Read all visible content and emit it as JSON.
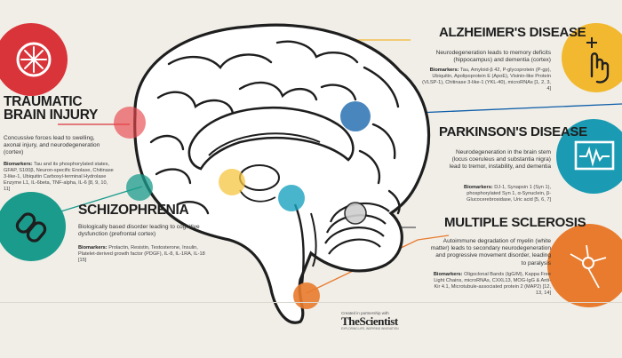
{
  "diseases": {
    "tbi": {
      "title_line1": "TRAUMATIC",
      "title_line2": "BRAIN INJURY",
      "description": "Concussive forces lead to swelling, axonal injury, and neurodegeneration (cortex)",
      "biomarkers_label": "Biomarkers:",
      "biomarkers": "Tau and its phosphorylated states, GFAP, S100β, Neuron-specific Enolase, Chitinase 3-like-1, Ubiquitin Carboxyl-terminal Hydrolase Enzyme L1, IL-6beta, TNF-alpha, IL-6 [8, 9, 10, 11]",
      "color": "#d9343a"
    },
    "alzheimers": {
      "title": "ALZHEIMER'S DISEASE",
      "description": "Neurodegeneration leads to memory deficits (hippocampus) and dementia (cortex)",
      "biomarkers_label": "Biomarkers:",
      "biomarkers": "Tau, Amyloid-β 42, P-glycoprotein (P-gp), Ubiquitin, Apolipoprotein E (ApoE), Visinin-like Protein (VLSP-1), Chitinase 3-like-1 (YKL-40), microRNAs [1, 2, 3, 4]",
      "color": "#f2b930"
    },
    "parkinsons": {
      "title": "PARKINSON'S DISEASE",
      "description": "Neurodegeneration in the brain stem (locus coeruleus and substantia nigra) lead to tremor, instability, and dementia",
      "biomarkers_label": "Biomarkers:",
      "biomarkers": "DJ-1, Synapsin 1 (Syn 1), phosphorylated Syn 1, α-Synuclein, β-Glucocerebrosidase, Uric acid [5, 6, 7]",
      "color": "#1a9bb3"
    },
    "schizophrenia": {
      "title": "SCHIZOPHRENIA",
      "description": "Biologically based disorder leading to cognitive dysfunction (prefrontal cortex)",
      "biomarkers_label": "Biomarkers:",
      "biomarkers": "Prolactin, Resistin, Testosterone, Insulin, Platelet-derived growth factor (PDGF), IL-8, IL-1RA, IL-18 [15]",
      "color": "#1a9b8c"
    },
    "ms": {
      "title": "MULTIPLE SCLEROSIS",
      "description": "Autoimmune degradation of myelin (white matter) leads to secondary neurodegeneration and progressive movement disorder, leading to paralysis",
      "biomarkers_label": "Biomarkers:",
      "biomarkers": "Oligoclonal Bands (IgG/M), Kappa Free Light Chains, microRNAs, CXXL13, MOG-IgG & Anti-Kir 4.1, Microtubule-associated protein 2 (MAP2) [12, 13, 14]",
      "color": "#e87b2e"
    }
  },
  "credit": {
    "prefix": "Created in partnership with",
    "brand": "TheScientist",
    "tagline": "EXPLORING LIFE, INSPIRING INNOVATION"
  },
  "icons": [
    "brain-injury-icon",
    "hand-touch-icon",
    "monitor-tremor-icon",
    "broken-chain-icon",
    "neuron-icon"
  ]
}
